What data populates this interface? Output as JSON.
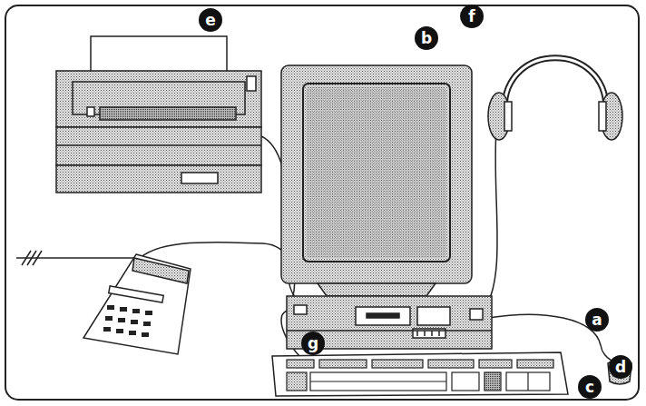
{
  "diagram": {
    "labels": [
      "e",
      "b",
      "f",
      "a",
      "d",
      "g",
      "c"
    ]
  }
}
